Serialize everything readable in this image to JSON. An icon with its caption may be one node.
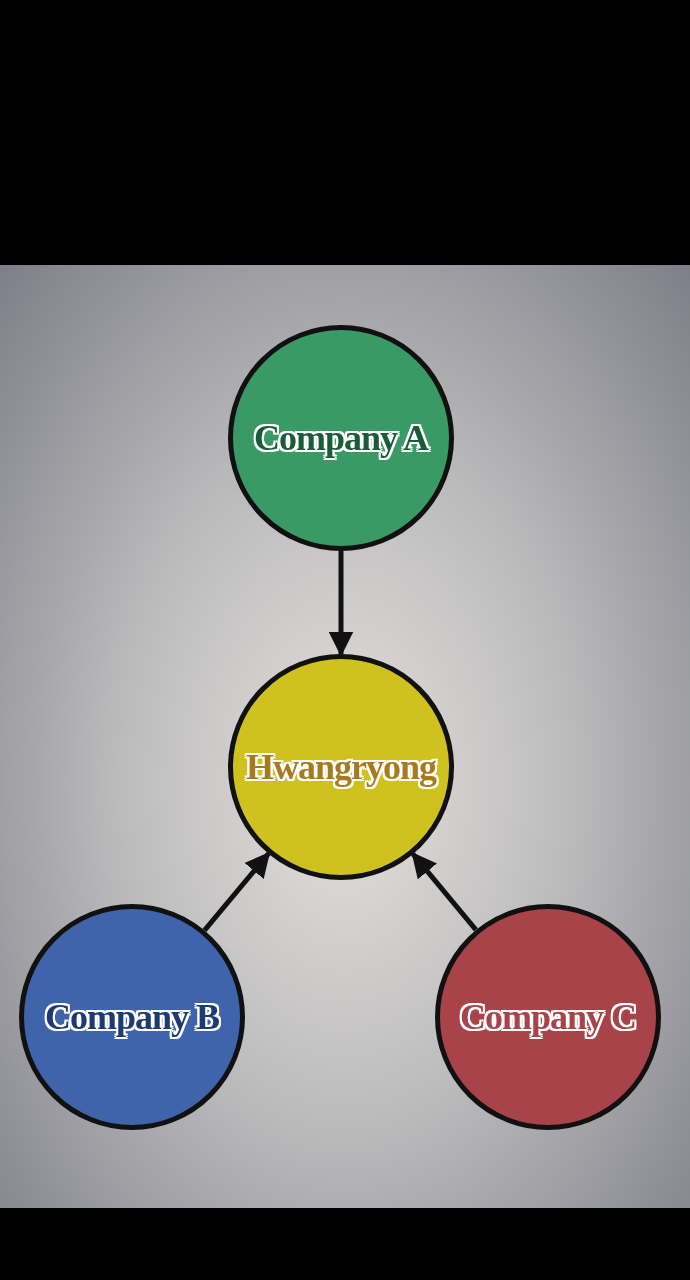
{
  "diagram": {
    "nodes": [
      {
        "text": [
          "Company A"
        ]
      },
      {
        "text": [
          "Hwangryong"
        ]
      },
      {
        "text": [
          "Company B"
        ]
      },
      {
        "text": [
          "Company C"
        ]
      }
    ],
    "edges": [
      {
        "from": 0,
        "to": 1,
        "arrow": "to"
      },
      {
        "from": 2,
        "to": 1,
        "arrow": "to"
      },
      {
        "from": 3,
        "to": 1,
        "arrow": "to"
      }
    ]
  }
}
